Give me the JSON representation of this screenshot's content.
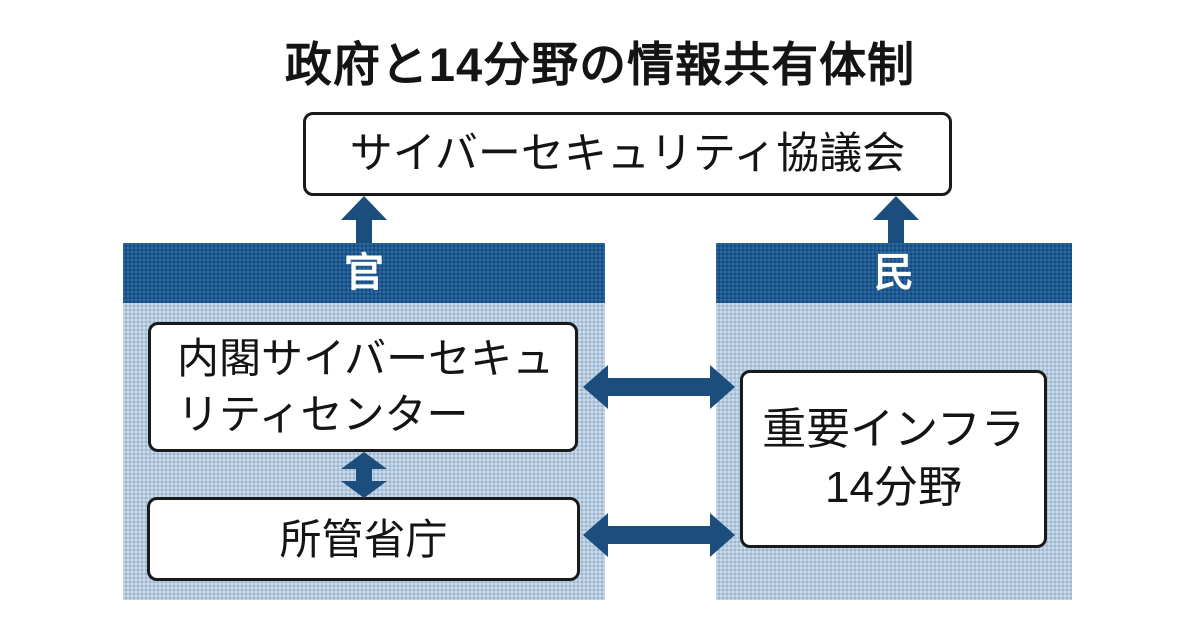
{
  "title": "政府と14分野の情報共有体制",
  "council": {
    "label": "サイバーセキュリティ協議会"
  },
  "panels": {
    "government": {
      "header": "官",
      "boxes": {
        "nisc": {
          "line1": "内閣サイバーセキュ",
          "line2": "リティセンター"
        },
        "ministries": {
          "label": "所管省庁"
        }
      }
    },
    "private": {
      "header": "民",
      "boxes": {
        "infra": {
          "line1": "重要インフラ",
          "line2": "14分野"
        }
      }
    }
  },
  "colors": {
    "header_band": "#205a90",
    "panel_bg": "#b6cade",
    "arrow": "#1c4e7d",
    "box_border": "#1a1a1a",
    "text": "#141414",
    "band_text": "#ffffff",
    "background": "#ffffff"
  }
}
